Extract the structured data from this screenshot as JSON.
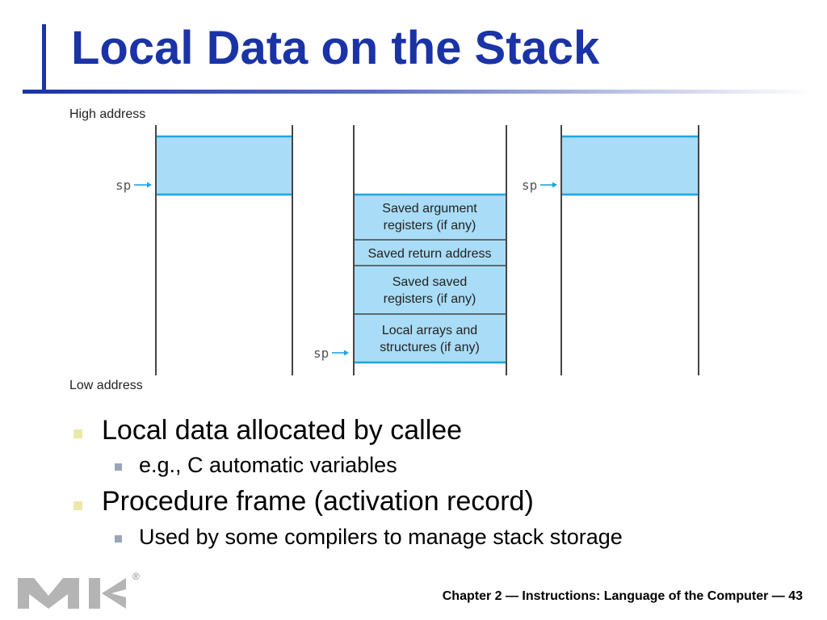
{
  "title": "Local Data on the Stack",
  "diagram": {
    "high_label": "High address",
    "low_label": "Low address",
    "sp_label": "sp",
    "cells": [
      "Saved argument|registers (if any)",
      "Saved return address",
      "Saved saved|registers (if any)",
      "Local arrays and|structures (if any)"
    ],
    "colors": {
      "frame_fill": "#a9dcf6",
      "frame_border": "#21a4e0",
      "rail": "#444444"
    }
  },
  "bullets": [
    {
      "text": "Local data allocated by callee",
      "sub": [
        "e.g., C automatic variables"
      ]
    },
    {
      "text": "Procedure frame (activation record)",
      "sub": [
        "Used by some compilers to manage stack storage"
      ]
    }
  ],
  "footer": "Chapter 2 — Instructions: Language of the Computer — 43",
  "logo": {
    "letters": "MK",
    "mark": "®"
  }
}
